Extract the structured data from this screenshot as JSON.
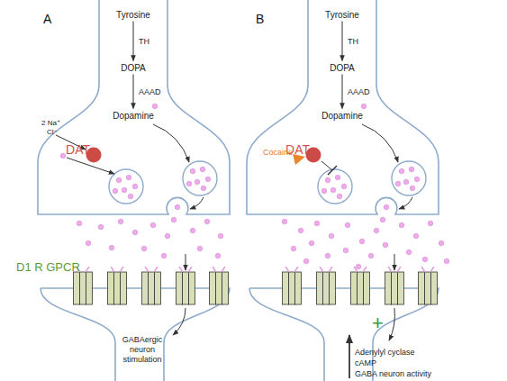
{
  "diagram": {
    "nodes": [
      {
        "text": [
          "Tyrosine"
        ]
      },
      {
        "text": [
          "DOPA"
        ]
      },
      {
        "text": [
          "Dopamine"
        ]
      },
      {
        "text": [
          "DAT"
        ]
      },
      {
        "text": [
          "Tyrosine"
        ]
      },
      {
        "text": [
          "DOPA"
        ]
      },
      {
        "text": [
          "Dopamine"
        ]
      },
      {
        "text": [
          "DAT"
        ]
      },
      {
        "text": [
          "Cocaine"
        ]
      }
    ],
    "edges": [
      {
        "from": 0,
        "to": 1,
        "label": "TH",
        "arrow": "to"
      },
      {
        "from": 1,
        "to": 2,
        "label": "AAAD",
        "arrow": "to"
      },
      {
        "from": 4,
        "to": 5,
        "label": "TH",
        "arrow": "to"
      },
      {
        "from": 5,
        "to": 6,
        "label": "AAAD",
        "arrow": "to"
      }
    ],
    "labels": [
      "A",
      "B",
      "2 Na⁺",
      "Cl⁻",
      "D1 R GPCR",
      "GABAergic neuron stimulation",
      "+",
      "Adenylyl cyclase",
      "cAMP",
      "GABA neuron activity"
    ]
  }
}
